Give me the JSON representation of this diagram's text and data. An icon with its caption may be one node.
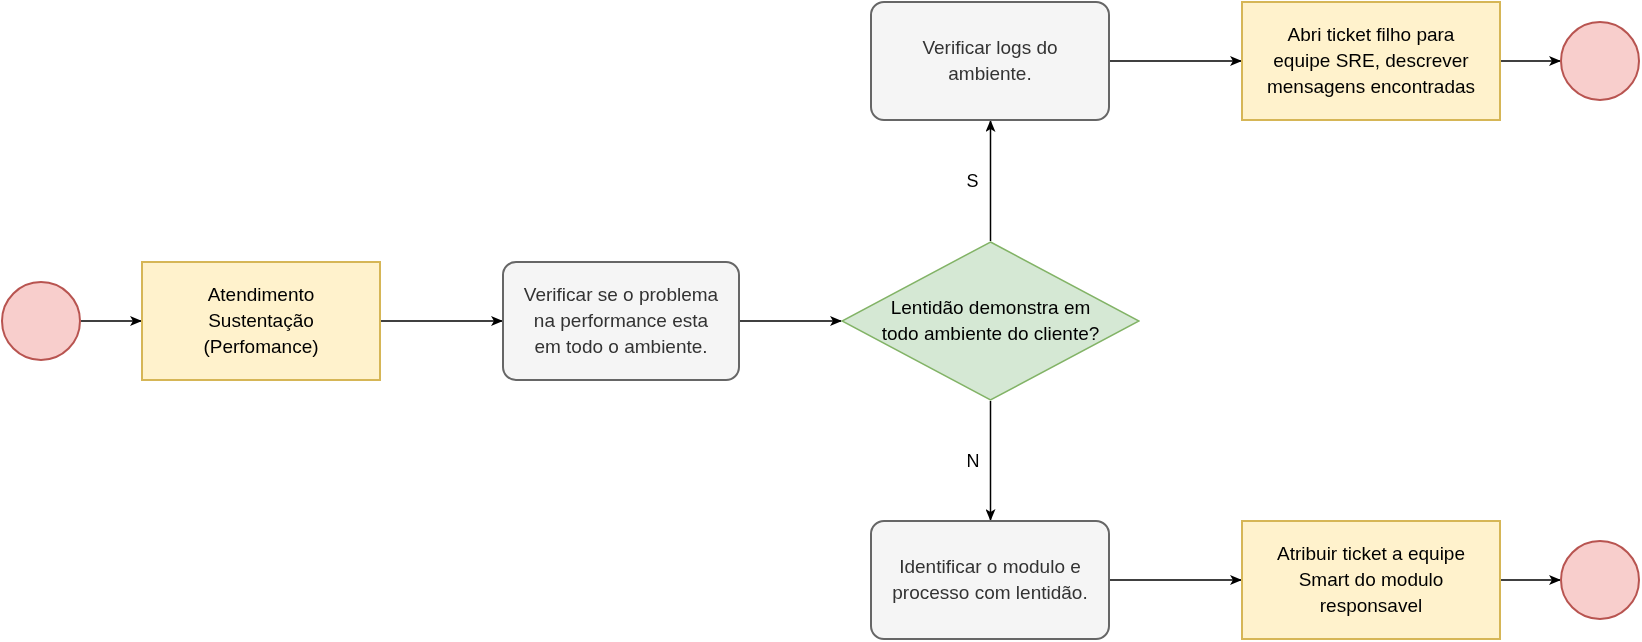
{
  "diagram": {
    "nodes": [
      {
        "text": [],
        "shape": "circle"
      },
      {
        "text": [
          "Atendimento Sustentação (Perfomance)"
        ]
      },
      {
        "text": [
          "Verificar se o problema na performance esta em todo o ambiente."
        ]
      },
      {
        "text": [
          "Lentidão demonstra em todo ambiente do cliente?"
        ]
      },
      {
        "text": [
          "Verificar logs do ambiente."
        ]
      },
      {
        "text": [
          "Abri ticket filho para equipe SRE, descrever mensagens encontradas"
        ]
      },
      {
        "text": [],
        "shape": "circle"
      },
      {
        "text": [
          "Identificar o modulo e processo com lentidão."
        ]
      },
      {
        "text": [
          "Atribuir ticket a equipe Smart do modulo responsavel"
        ]
      },
      {
        "text": [],
        "shape": "circle"
      }
    ],
    "edges": [
      {
        "from": 0,
        "to": 1,
        "arrow": "to"
      },
      {
        "from": 1,
        "to": 2,
        "arrow": "to"
      },
      {
        "from": 2,
        "to": 3,
        "arrow": "to"
      },
      {
        "from": 3,
        "to": 4,
        "arrow": "to",
        "label": "S"
      },
      {
        "from": 4,
        "to": 5,
        "arrow": "to"
      },
      {
        "from": 5,
        "to": 6,
        "arrow": "to"
      },
      {
        "from": 3,
        "to": 7,
        "arrow": "to",
        "label": "N"
      },
      {
        "from": 7,
        "to": 8,
        "arrow": "to"
      },
      {
        "from": 8,
        "to": 9,
        "arrow": "to"
      }
    ]
  }
}
